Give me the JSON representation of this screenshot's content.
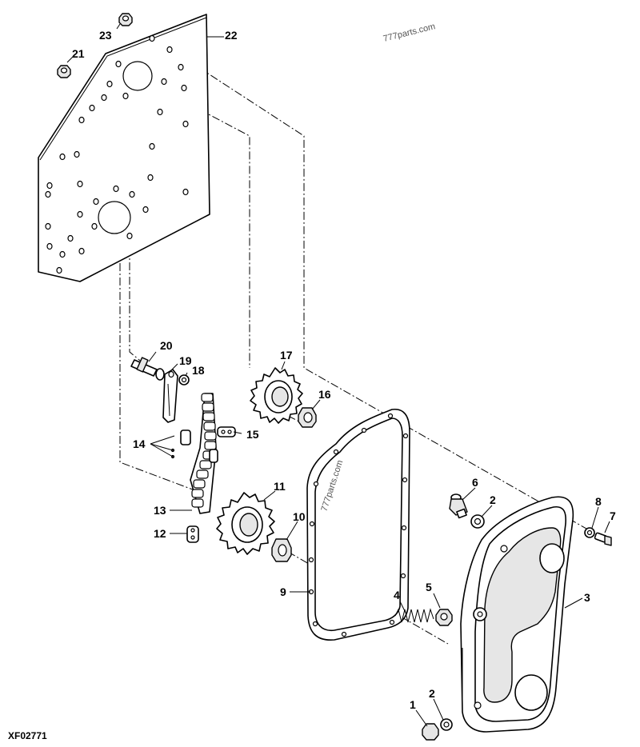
{
  "watermark": "777parts.com",
  "gasket_watermark": "777parts.com",
  "figure_id": "XF02771",
  "callouts": {
    "c1": "1",
    "c2a": "2",
    "c2b": "2",
    "c3": "3",
    "c4": "4",
    "c5": "5",
    "c6": "6",
    "c7": "7",
    "c8": "8",
    "c9": "9",
    "c10": "10",
    "c11": "11",
    "c12": "12",
    "c13": "13",
    "c14": "14",
    "c15": "15",
    "c16": "16",
    "c17": "17",
    "c18": "18",
    "c19": "19",
    "c20": "20",
    "c21": "21",
    "c22": "22",
    "c23": "23"
  }
}
